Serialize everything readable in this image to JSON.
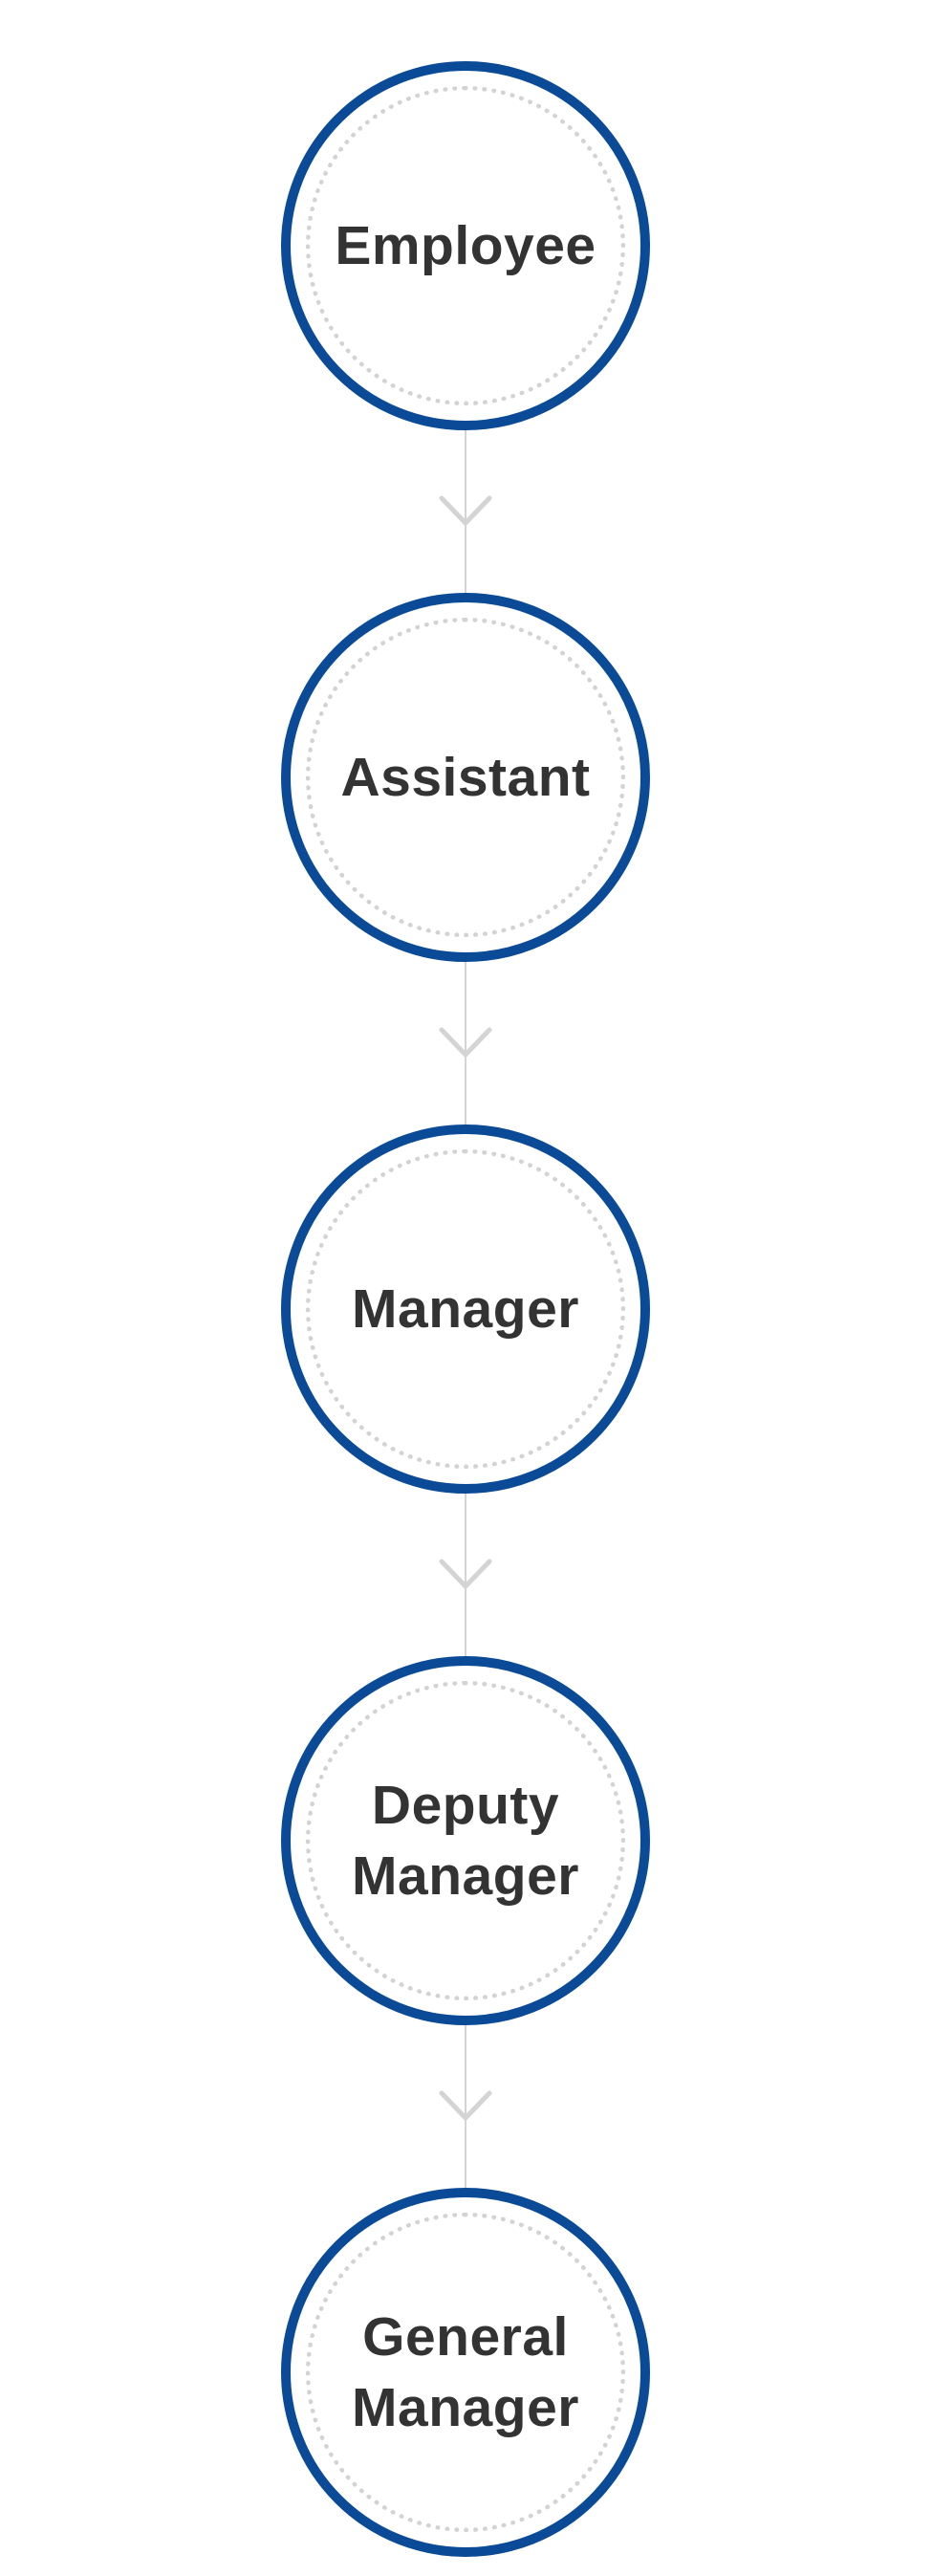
{
  "diagram": {
    "type": "vertical-flow",
    "colors": {
      "node_border": "#0a4a96",
      "node_inner_ring": "#d3d3d3",
      "connector": "#d4d4d4",
      "text": "#333333"
    },
    "nodes": [
      {
        "label": "Employee"
      },
      {
        "label": "Assistant"
      },
      {
        "label": "Manager"
      },
      {
        "label": "Deputy Manager",
        "lines": [
          "Deputy",
          "Manager"
        ]
      },
      {
        "label": "General Manager",
        "lines": [
          "General",
          "Manager"
        ]
      }
    ],
    "connector_icon": "chevron-down-icon"
  }
}
